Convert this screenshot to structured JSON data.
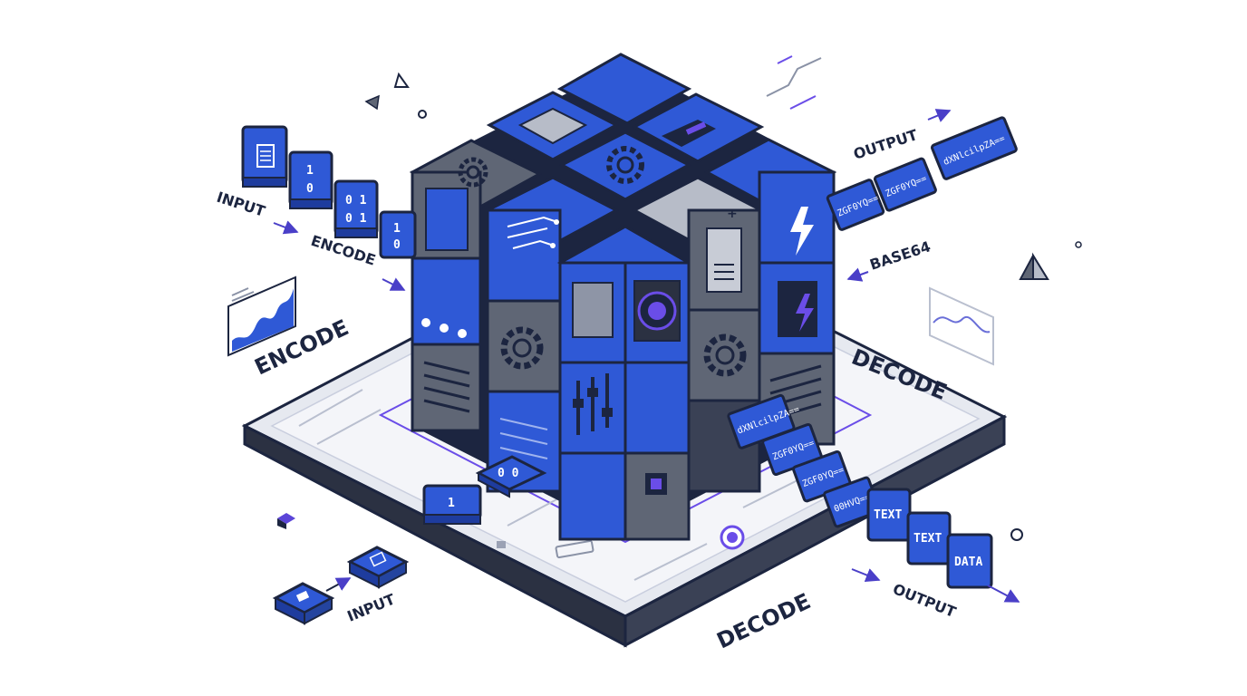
{
  "colors": {
    "primary_blue": "#2f59d6",
    "dark_blue": "#1e3c9e",
    "grey_side": "#5f6675",
    "dark_outline": "#1c2540",
    "accent_purple": "#6a4de8",
    "platform_top": "#eef0f5"
  },
  "labels": {
    "input_top": "INPUT",
    "encode_top": "ENCODE",
    "encode_left": "ENCODE",
    "output_top": "OUTPUT",
    "base64": "BASE64",
    "decode_right": "DECODE",
    "decode_bottom": "DECODE",
    "output_bottom": "OUTPUT",
    "input_bottom": "INPUT"
  },
  "tiles": {
    "top_bits_1": [
      "1",
      "0"
    ],
    "top_bits_2": [
      "0 1",
      "0 1"
    ],
    "top_bits_3": [
      "1",
      "0"
    ],
    "output_strings": [
      "ZGF0YQ==",
      "ZGF0YQ==",
      "dXNlcilpZA=="
    ],
    "decode_strings": [
      "dXNlcilpZA==",
      "ZGF0YQ==",
      "ZGF0YQ==",
      "00HVQ=="
    ],
    "decode_texts": [
      "TEXT",
      "TEXT",
      "DATA"
    ],
    "slot_chip": "0 0",
    "input_chip": "1"
  },
  "icons": [
    "document-icon",
    "gear-icon",
    "lightning-icon",
    "sliders-icon",
    "chart-icon",
    "circuit-icon",
    "pyramid-icon",
    "triangle-icon",
    "lens-icon",
    "server-icon"
  ]
}
